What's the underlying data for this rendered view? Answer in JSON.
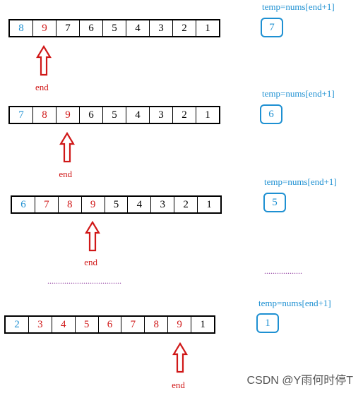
{
  "steps": [
    {
      "cells": [
        {
          "text": "8",
          "color": "blue"
        },
        {
          "text": "9",
          "color": "red"
        },
        {
          "text": "7",
          "color": "black"
        },
        {
          "text": "6",
          "color": "black"
        },
        {
          "text": "5",
          "color": "black"
        },
        {
          "text": "4",
          "color": "black"
        },
        {
          "text": "3",
          "color": "black"
        },
        {
          "text": "2",
          "color": "black"
        },
        {
          "text": "1",
          "color": "black"
        }
      ],
      "end_index": 1,
      "end_label": "end",
      "temp_label": "temp=nums[end+1]",
      "temp_value": "7"
    },
    {
      "cells": [
        {
          "text": "7",
          "color": "blue"
        },
        {
          "text": "8",
          "color": "red"
        },
        {
          "text": "9",
          "color": "red"
        },
        {
          "text": "6",
          "color": "black"
        },
        {
          "text": "5",
          "color": "black"
        },
        {
          "text": "4",
          "color": "black"
        },
        {
          "text": "3",
          "color": "black"
        },
        {
          "text": "2",
          "color": "black"
        },
        {
          "text": "1",
          "color": "black"
        }
      ],
      "end_index": 2,
      "end_label": "end",
      "temp_label": "temp=nums[end+1]",
      "temp_value": "6"
    },
    {
      "cells": [
        {
          "text": "6",
          "color": "blue"
        },
        {
          "text": "7",
          "color": "red"
        },
        {
          "text": "8",
          "color": "red"
        },
        {
          "text": "9",
          "color": "red"
        },
        {
          "text": "5",
          "color": "black"
        },
        {
          "text": "4",
          "color": "black"
        },
        {
          "text": "3",
          "color": "black"
        },
        {
          "text": "2",
          "color": "black"
        },
        {
          "text": "1",
          "color": "black"
        }
      ],
      "end_index": 3,
      "end_label": "end",
      "temp_label": "temp=nums[end+1]",
      "temp_value": "5"
    },
    {
      "cells": [
        {
          "text": "2",
          "color": "blue"
        },
        {
          "text": "3",
          "color": "red"
        },
        {
          "text": "4",
          "color": "red"
        },
        {
          "text": "5",
          "color": "red"
        },
        {
          "text": "6",
          "color": "red"
        },
        {
          "text": "7",
          "color": "red"
        },
        {
          "text": "8",
          "color": "red"
        },
        {
          "text": "9",
          "color": "red"
        },
        {
          "text": "1",
          "color": "black"
        }
      ],
      "end_index": 7,
      "end_label": "end",
      "temp_label": "temp=nums[end+1]",
      "temp_value": "1"
    }
  ],
  "ellipsis_left": "...................................",
  "ellipsis_right": "..................",
  "watermark": "CSDN @Y雨何时停T",
  "colors": {
    "blue": "#1e90d2",
    "red": "#d01818",
    "black": "#000000",
    "arrow": "#d01818",
    "ellipsis": "#8e3a9e"
  }
}
